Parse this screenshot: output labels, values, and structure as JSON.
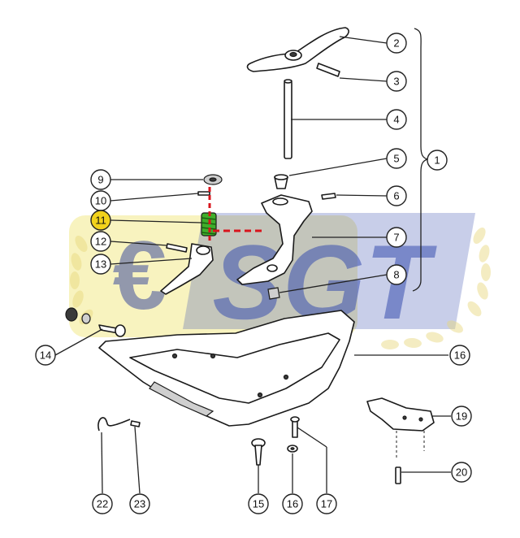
{
  "watermark": {
    "text": "SGT",
    "symbol": "€"
  },
  "colors": {
    "highlight": "#f2d21b",
    "spring": "#3fae2a",
    "dashed_line": "#d8141c",
    "watermark_blue": "#3a4fb0",
    "watermark_yellow": "#f3e98a"
  },
  "callouts": [
    {
      "id": "c2",
      "label": "2"
    },
    {
      "id": "c3",
      "label": "3"
    },
    {
      "id": "c4",
      "label": "4"
    },
    {
      "id": "c5",
      "label": "5"
    },
    {
      "id": "c1",
      "label": "1"
    },
    {
      "id": "c6",
      "label": "6"
    },
    {
      "id": "c7",
      "label": "7"
    },
    {
      "id": "c8",
      "label": "8"
    },
    {
      "id": "c9",
      "label": "9"
    },
    {
      "id": "c10",
      "label": "10"
    },
    {
      "id": "c11",
      "label": "11",
      "highlighted": true
    },
    {
      "id": "c12",
      "label": "12"
    },
    {
      "id": "c13",
      "label": "13"
    },
    {
      "id": "c14",
      "label": "14"
    },
    {
      "id": "c16a",
      "label": "16"
    },
    {
      "id": "c19",
      "label": "19"
    },
    {
      "id": "c20",
      "label": "20"
    },
    {
      "id": "c22",
      "label": "22"
    },
    {
      "id": "c23",
      "label": "23"
    },
    {
      "id": "c15",
      "label": "15"
    },
    {
      "id": "c16b",
      "label": "16"
    },
    {
      "id": "c17",
      "label": "17"
    }
  ]
}
